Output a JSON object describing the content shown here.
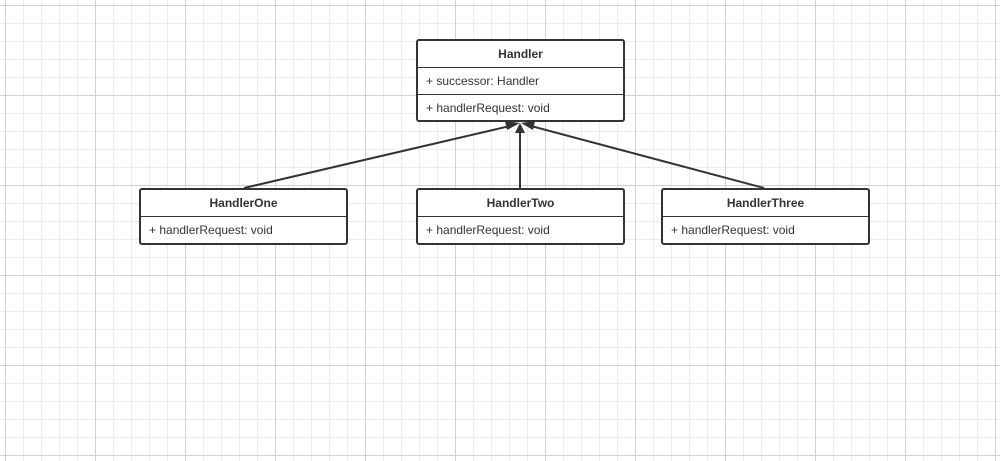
{
  "diagram": {
    "classes": [
      {
        "id": "handler",
        "name": "Handler",
        "attributes": [
          "+ successor: Handler"
        ],
        "methods": [
          "+ handlerRequest: void"
        ]
      },
      {
        "id": "one",
        "name": "HandlerOne",
        "attributes": [],
        "methods": [
          "+ handlerRequest: void"
        ]
      },
      {
        "id": "two",
        "name": "HandlerTwo",
        "attributes": [],
        "methods": [
          "+ handlerRequest: void"
        ]
      },
      {
        "id": "three",
        "name": "HandlerThree",
        "attributes": [],
        "methods": [
          "+ handlerRequest: void"
        ]
      }
    ],
    "relations": [
      {
        "type": "generalization",
        "from": "HandlerOne",
        "to": "Handler"
      },
      {
        "type": "generalization",
        "from": "HandlerTwo",
        "to": "Handler"
      },
      {
        "type": "generalization",
        "from": "HandlerThree",
        "to": "Handler"
      }
    ],
    "colors": {
      "stroke": "#333333",
      "fill": "#ffffff",
      "grid_major": "#d0d0d0",
      "grid_minor": "#ececec"
    }
  }
}
